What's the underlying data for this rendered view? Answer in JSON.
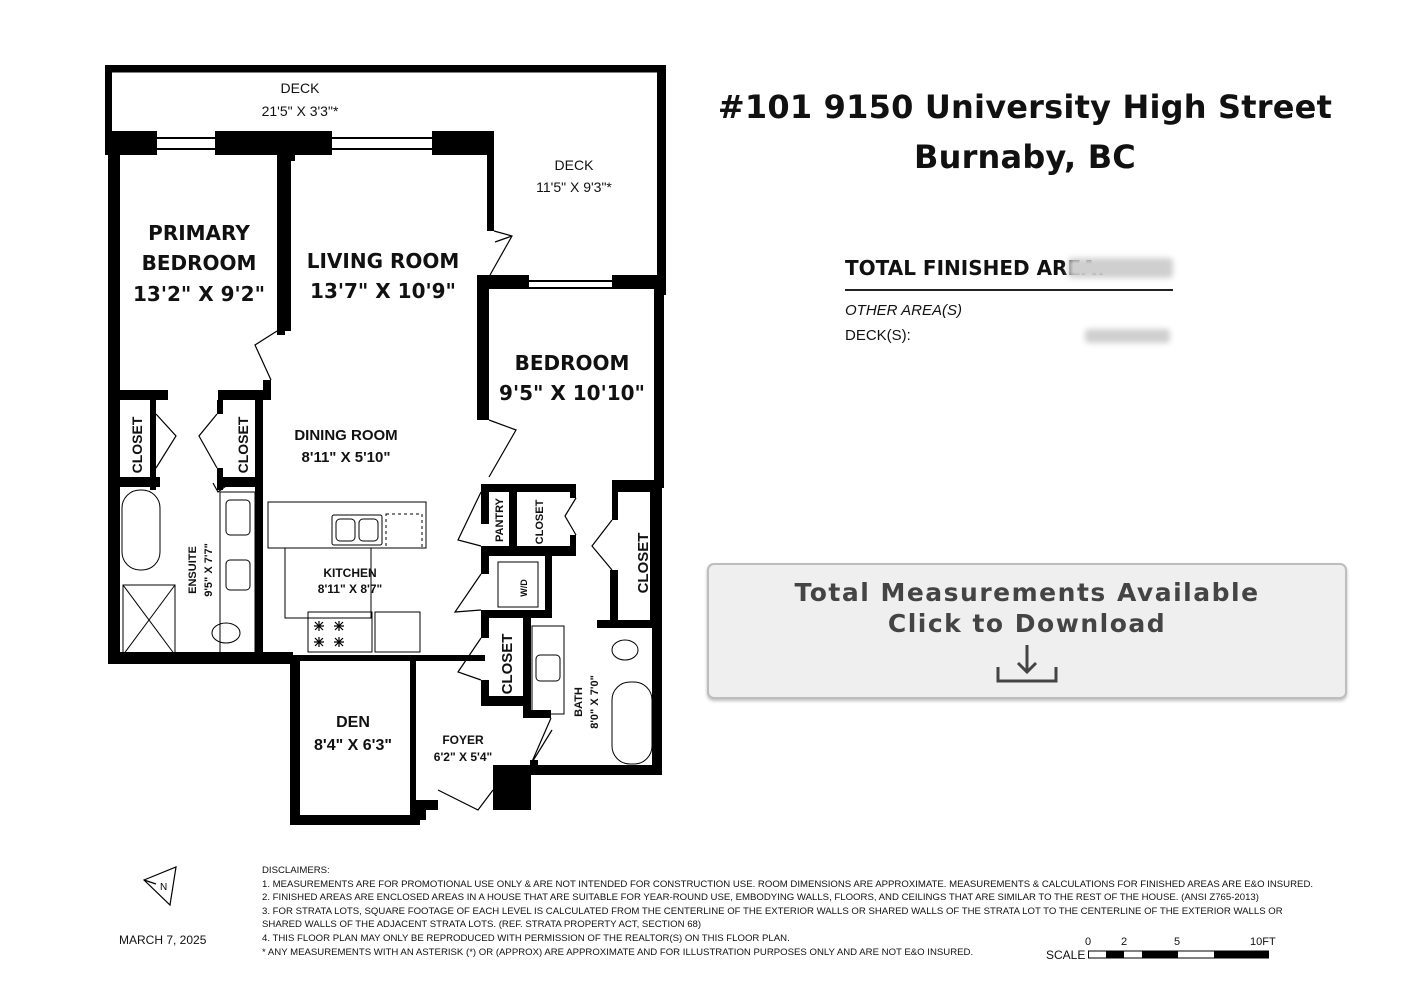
{
  "address": {
    "line1": "#101 9150 University High Street",
    "line2": "Burnaby, BC"
  },
  "area_summary": {
    "total_label": "TOTAL FINISHED AREA:",
    "total_value": "",
    "other_heading": "OTHER AREA(S)",
    "deck_label": "DECK(S):",
    "deck_value": ""
  },
  "download": {
    "line1": "Total Measurements Available",
    "line2": "Click to Download",
    "icon": "download-icon"
  },
  "rooms": {
    "deck_top": {
      "name": "DECK",
      "dims": "21'5\" X 3'3\"*"
    },
    "deck_right": {
      "name": "DECK",
      "dims": "11'5\" X 9'3\"*"
    },
    "primary_bedroom": {
      "name1": "PRIMARY",
      "name2": "BEDROOM",
      "dims": "13'2\" X 9'2\""
    },
    "living_room": {
      "name": "LIVING ROOM",
      "dims": "13'7\" X 10'9\""
    },
    "bedroom": {
      "name": "BEDROOM",
      "dims": "9'5\" X 10'10\""
    },
    "dining_room": {
      "name": "DINING ROOM",
      "dims": "8'11\" X 5'10\""
    },
    "kitchen": {
      "name": "KITCHEN",
      "dims": "8'11\" X 8'7\""
    },
    "ensuite": {
      "name": "ENSUITE",
      "dims": "9'5\" X 7'7\""
    },
    "den": {
      "name": "DEN",
      "dims": "8'4\" X 6'3\""
    },
    "foyer": {
      "name": "FOYER",
      "dims": "6'2\" X 5'4\""
    },
    "bath": {
      "name": "BATH",
      "dims": "8'0\" X 7'0\""
    },
    "closet": "CLOSET",
    "pantry": "PANTRY",
    "wd": "W/D"
  },
  "compass": {
    "letter": "N"
  },
  "date": "MARCH 7, 2025",
  "disclaimers": [
    "DISCLAIMERS:",
    "1. MEASUREMENTS ARE FOR PROMOTIONAL USE ONLY & ARE NOT INTENDED FOR CONSTRUCTION USE. ROOM DIMENSIONS ARE APPROXIMATE. MEASUREMENTS & CALCULATIONS FOR FINISHED AREAS ARE E&O INSURED.",
    "2. FINISHED AREAS ARE ENCLOSED AREAS IN A HOUSE THAT ARE SUITABLE FOR YEAR-ROUND USE, EMBODYING WALLS, FLOORS, AND CEILINGS THAT ARE SIMILAR TO THE REST OF THE HOUSE. (ANSI Z765-2013)",
    "3. FOR STRATA LOTS, SQUARE FOOTAGE OF EACH LEVEL IS CALCULATED FROM THE CENTERLINE OF THE EXTERIOR WALLS OR SHARED WALLS OF THE STRATA LOT TO THE CENTERLINE OF THE EXTERIOR WALLS OR",
    "SHARED WALLS OF THE ADJACENT STRATA LOTS. (REF. STRATA PROPERTY ACT, SECTION 68)",
    "4. THIS FLOOR PLAN MAY ONLY BE REPRODUCED WITH PERMISSION OF THE REALTOR(S) ON THIS FLOOR PLAN.",
    "* ANY MEASUREMENTS WITH AN ASTERISK (*) OR (APPROX) ARE APPROXIMATE AND FOR ILLUSTRATION PURPOSES ONLY AND ARE NOT E&O INSURED."
  ],
  "scale": {
    "label": "SCALE",
    "ticks": [
      "0",
      "2",
      "5",
      "10FT"
    ]
  }
}
